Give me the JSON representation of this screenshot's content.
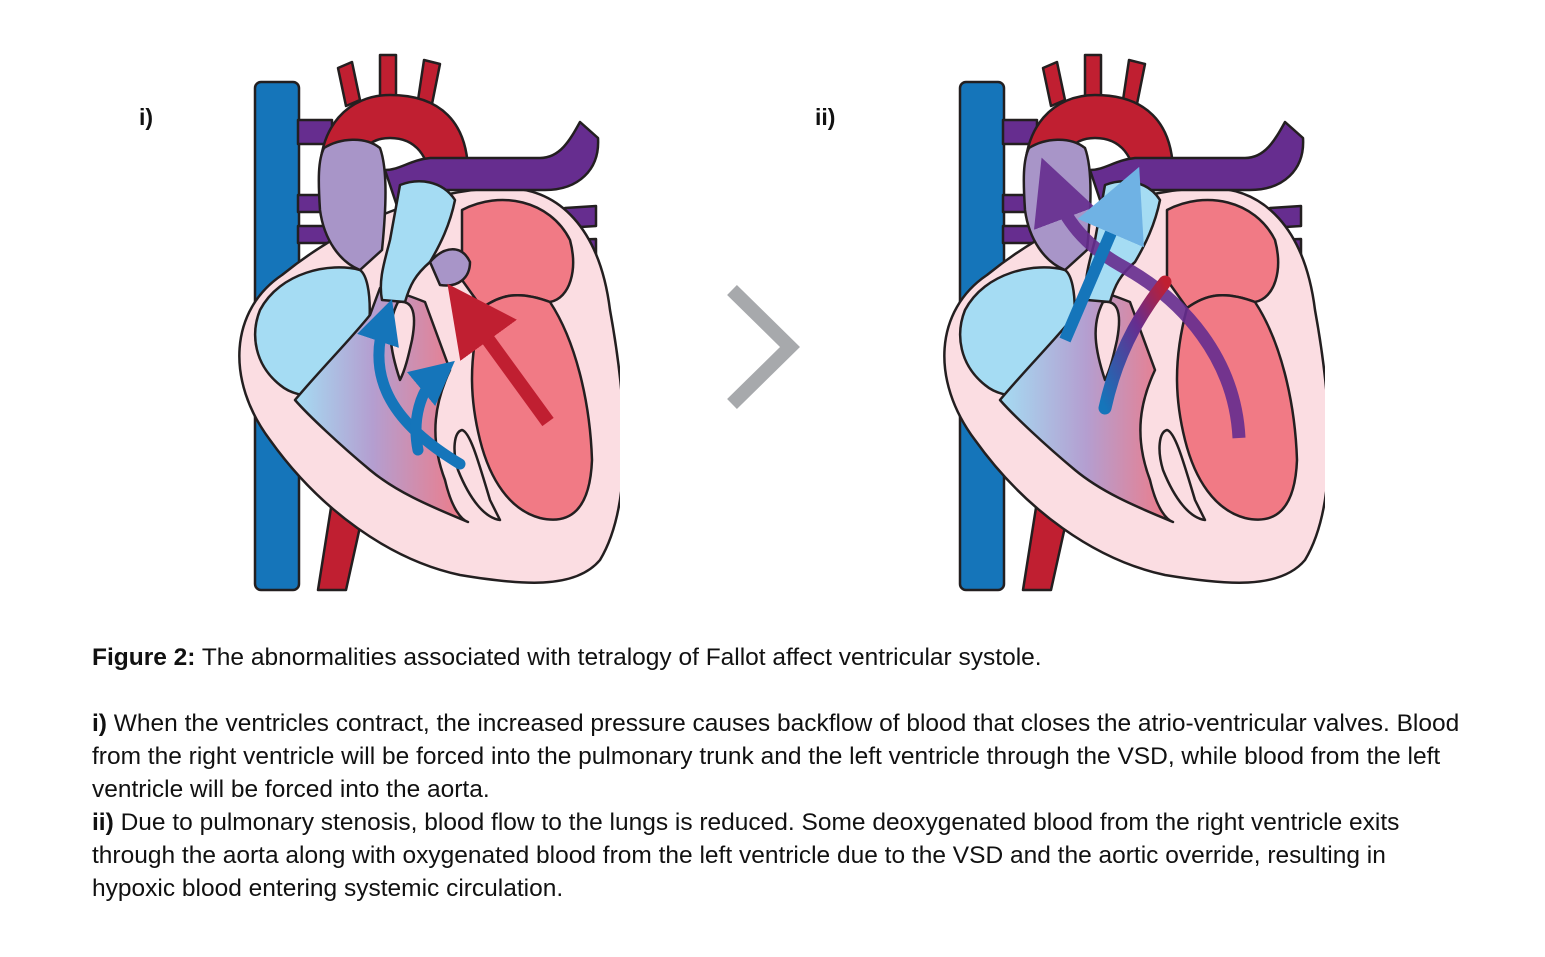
{
  "panels": {
    "i": {
      "label": "i)"
    },
    "ii": {
      "label": "ii)"
    }
  },
  "colors": {
    "vein_blue": "#1575ba",
    "artery_red": "#c01f31",
    "pulmonary_purple": "#662d8f",
    "light_purple": "#a895c8",
    "deoxygenated_light": "#a5dcf3",
    "oxygenated_light": "#f17a85",
    "myocardium": "#fbdde2",
    "chevron_gray": "#a7a9ac"
  },
  "icons": {
    "next": "chevron-right-icon"
  },
  "caption": {
    "figure_label": "Figure 2:",
    "figure_title": " The abnormalities associated with tetralogy of Fallot affect ventricular systole.",
    "i_label": "i)",
    "i_text": " When the ventricles contract, the increased pressure causes backflow of blood that closes the atrio-ventricular valves. Blood from the right ventricle will be forced into the pulmonary trunk and the left ventricle through the VSD, while blood from the left ventricle will be forced into the aorta.",
    "ii_label": "ii)",
    "ii_text": " Due to pulmonary stenosis, blood flow to the lungs is reduced. Some deoxygenated blood from the right ventricle exits through the aorta along with oxygenated blood from the left ventricle due to the VSD and the aortic override, resulting in hypoxic blood entering systemic circulation."
  }
}
